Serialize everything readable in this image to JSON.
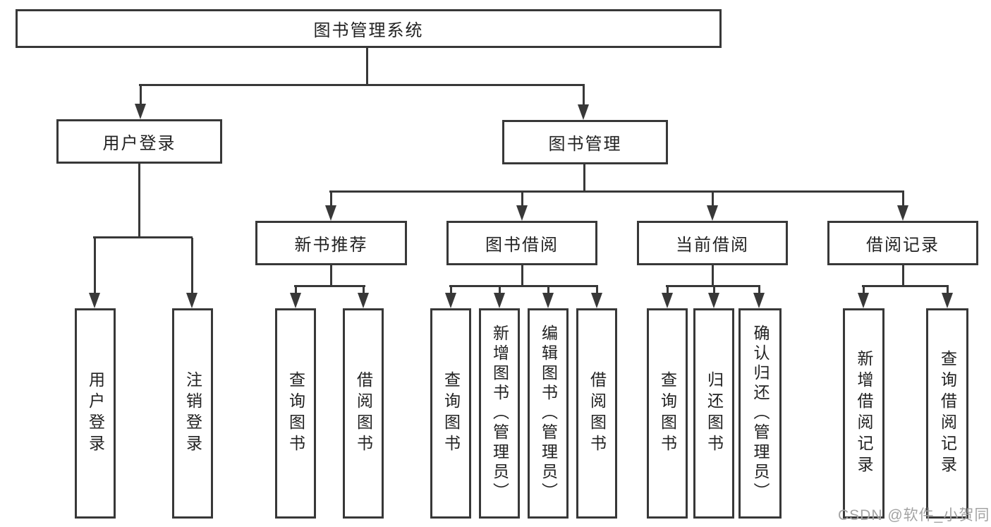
{
  "diagram_type": "hierarchy-tree",
  "tree": {
    "label": "图书管理系统",
    "children": [
      {
        "label": "用户登录",
        "children": [
          {
            "label": "用户登录"
          },
          {
            "label": "注销登录"
          }
        ]
      },
      {
        "label": "图书管理",
        "children": [
          {
            "label": "新书推荐",
            "children": [
              {
                "label": "查询图书"
              },
              {
                "label": "借阅图书"
              }
            ]
          },
          {
            "label": "图书借阅",
            "children": [
              {
                "label": "查询图书"
              },
              {
                "label": "新增图书（管理员）"
              },
              {
                "label": "编辑图书（管理员）"
              },
              {
                "label": "借阅图书"
              }
            ]
          },
          {
            "label": "当前借阅",
            "children": [
              {
                "label": "查询图书"
              },
              {
                "label": "归还图书"
              },
              {
                "label": "确认归还（管理员）"
              }
            ]
          },
          {
            "label": "借阅记录",
            "children": [
              {
                "label": "新增借阅记录"
              },
              {
                "label": "查询借阅记录"
              }
            ]
          }
        ]
      }
    ]
  },
  "watermark": {
    "text": "CSDN @软件_小贺同学"
  },
  "colors": {
    "line": "#383838",
    "text": "#222222",
    "watermark": "#a3a3a3",
    "background": "#ffffff"
  }
}
